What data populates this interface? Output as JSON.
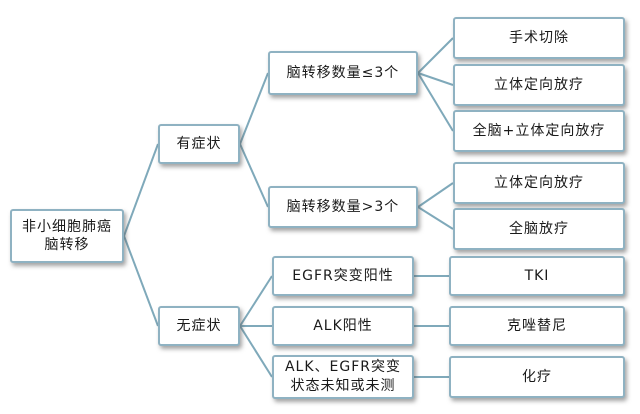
{
  "root": {
    "label": "非小细胞肺癌\n脑转移"
  },
  "symptomatic": {
    "label": "有症状",
    "branch_le3": {
      "label": "脑转移数量≤3个",
      "treatments": [
        "手术切除",
        "立体定向放疗",
        "全脑+立体定向放疗"
      ]
    },
    "branch_gt3": {
      "label": "脑转移数量>3个",
      "treatments": [
        "立体定向放疗",
        "全脑放疗"
      ]
    }
  },
  "asymptomatic": {
    "label": "无症状",
    "egfr": {
      "label": "EGFR突变阳性",
      "treatment": "TKI"
    },
    "alk": {
      "label": "ALK阳性",
      "treatment": "克唑替尼"
    },
    "unknown": {
      "label": "ALK、EGFR突变\n状态未知或未测",
      "treatment": "化疗"
    }
  },
  "colors": {
    "border": "#8fb2c2",
    "line": "#7fa9ba"
  }
}
